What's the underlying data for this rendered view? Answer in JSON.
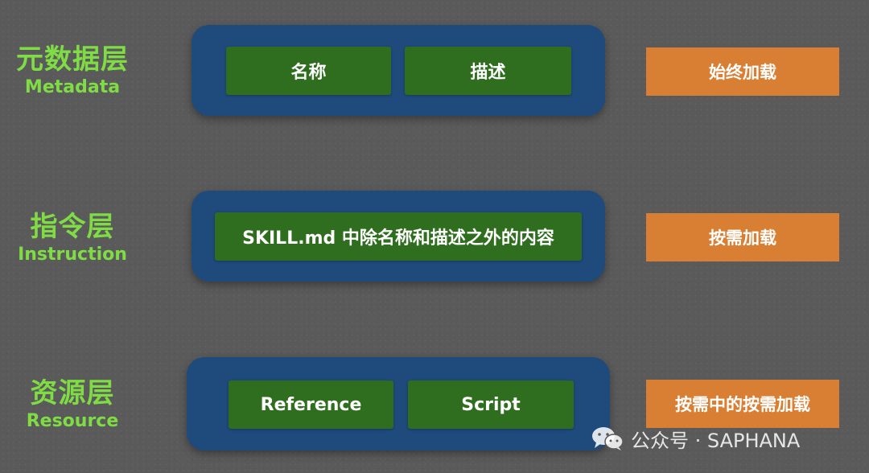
{
  "layers": [
    {
      "label_cn": "元数据层",
      "label_en": "Metadata",
      "items": [
        "名称",
        "描述"
      ],
      "loading": "始终加载"
    },
    {
      "label_cn": "指令层",
      "label_en": "Instruction",
      "items": [
        "SKILL.md 中除名称和描述之外的内容"
      ],
      "loading": "按需加载"
    },
    {
      "label_cn": "资源层",
      "label_en": "Resource",
      "items": [
        "Reference",
        "Script"
      ],
      "loading": "按需中的按需加载"
    }
  ],
  "watermark": {
    "icon": "wechat-icon",
    "text": "公众号 · SAPHANA"
  },
  "colors": {
    "background": "#5a5a5a",
    "label_green": "#7fdc45",
    "panel_blue": "#1f4a7c",
    "item_green": "#2e6e1e",
    "loading_orange": "#d97f33"
  }
}
